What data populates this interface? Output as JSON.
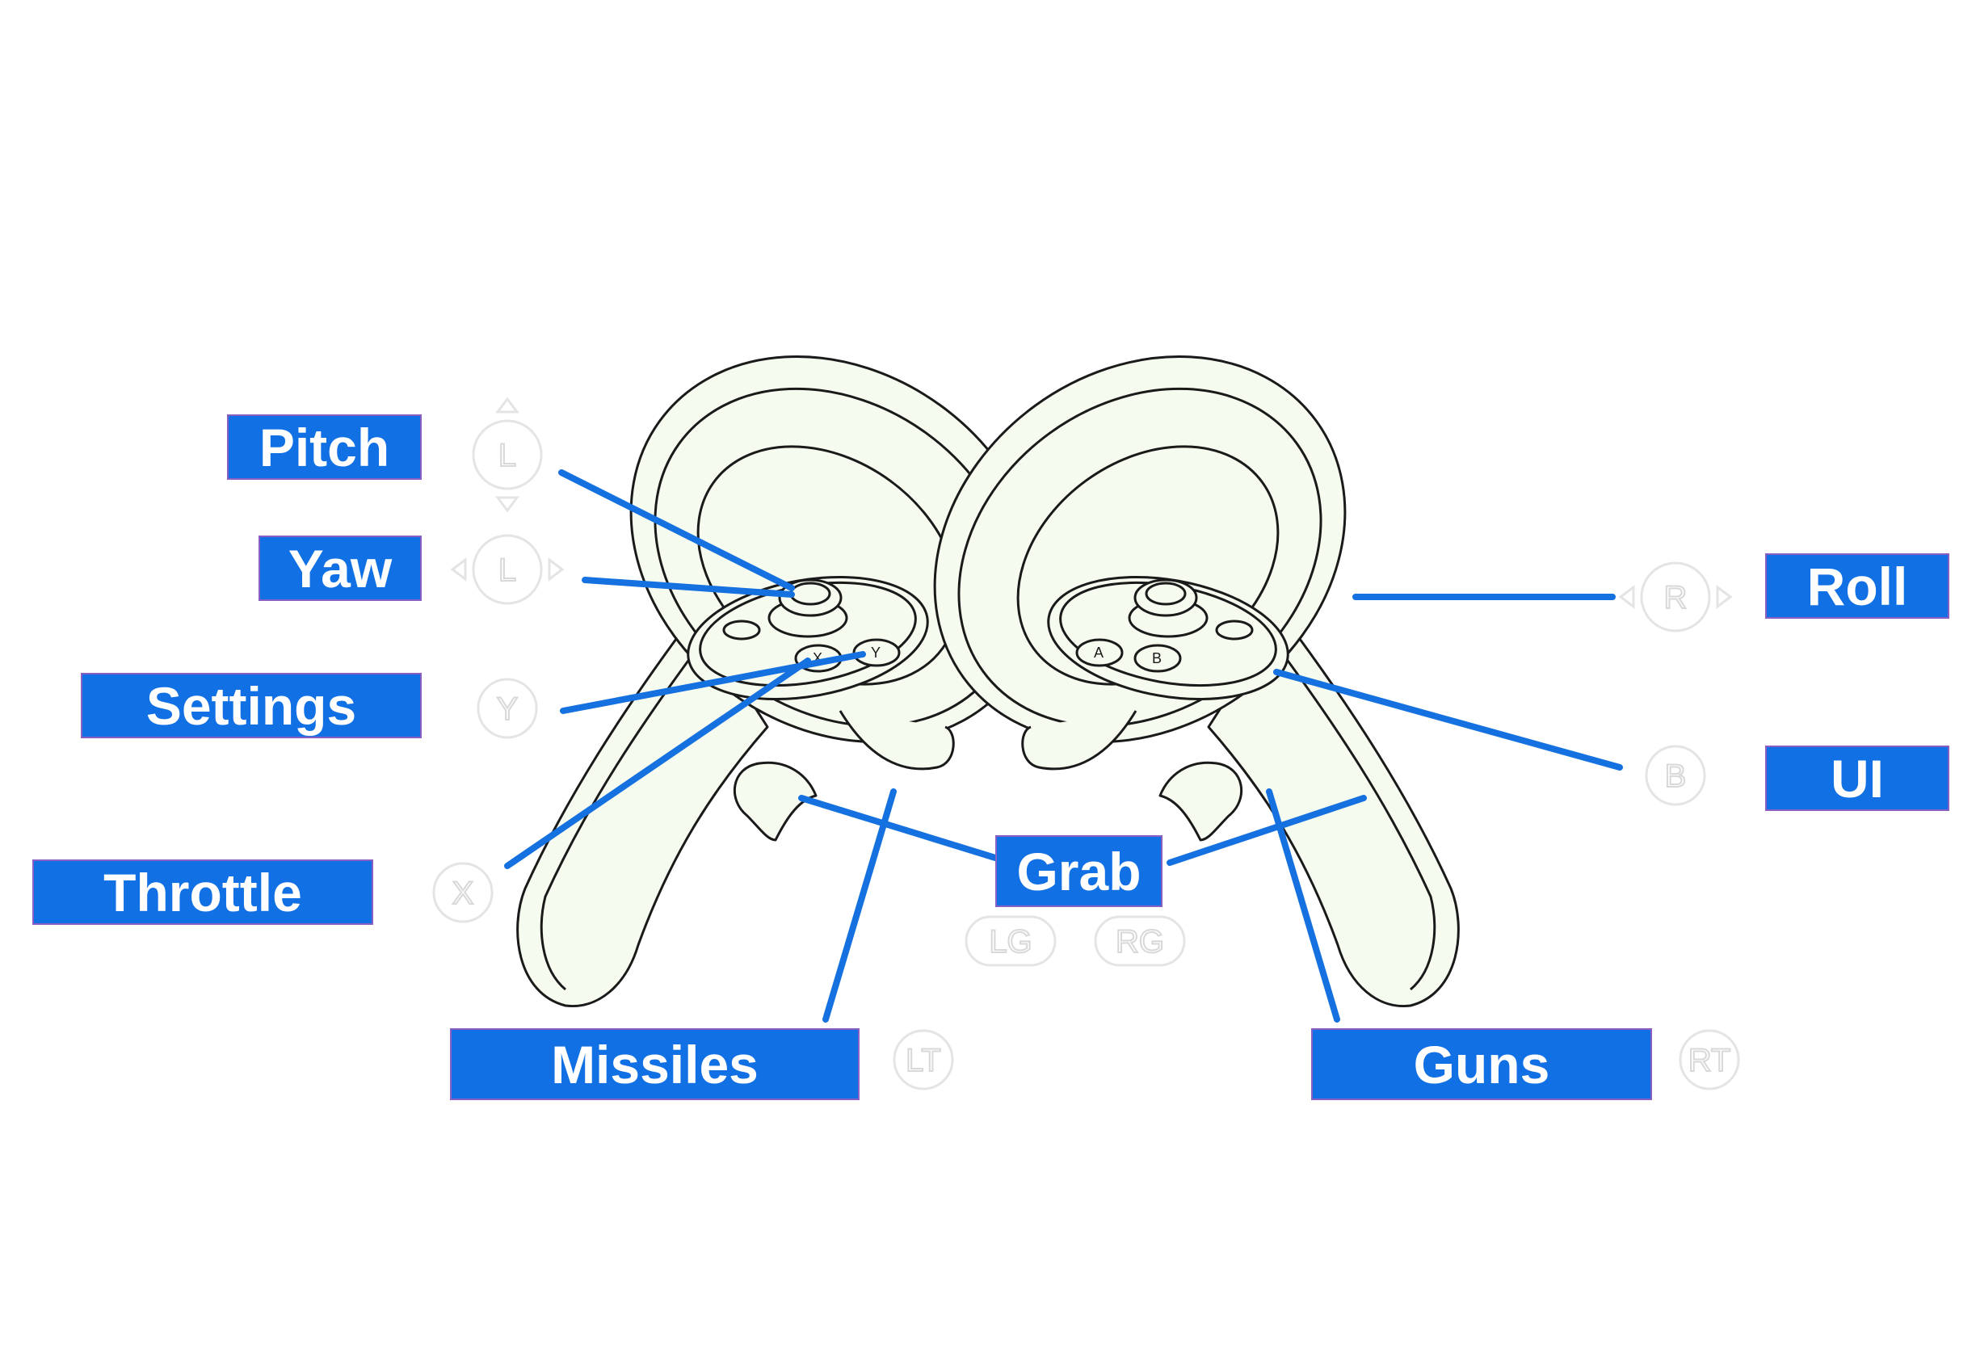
{
  "labels": {
    "pitch": "Pitch",
    "yaw": "Yaw",
    "settings": "Settings",
    "throttle": "Throttle",
    "missiles": "Missiles",
    "grab": "Grab",
    "guns": "Guns",
    "roll": "Roll",
    "ui": "UI"
  },
  "glyphs": {
    "left_stick_vertical": "L",
    "left_stick_horizontal": "L",
    "y_button": "Y",
    "x_button": "X",
    "left_trigger": "LT",
    "left_grip": "LG",
    "right_grip": "RG",
    "right_trigger": "RT",
    "right_stick": "R",
    "b_button": "B"
  },
  "controller_buttons": {
    "x": "X",
    "y": "Y",
    "a": "A",
    "b": "B"
  },
  "colors": {
    "label_fill": "#1170e4",
    "label_border": "#8a5fc4",
    "leader_line": "#1570e0",
    "controller_fill": "#f6fbef"
  }
}
